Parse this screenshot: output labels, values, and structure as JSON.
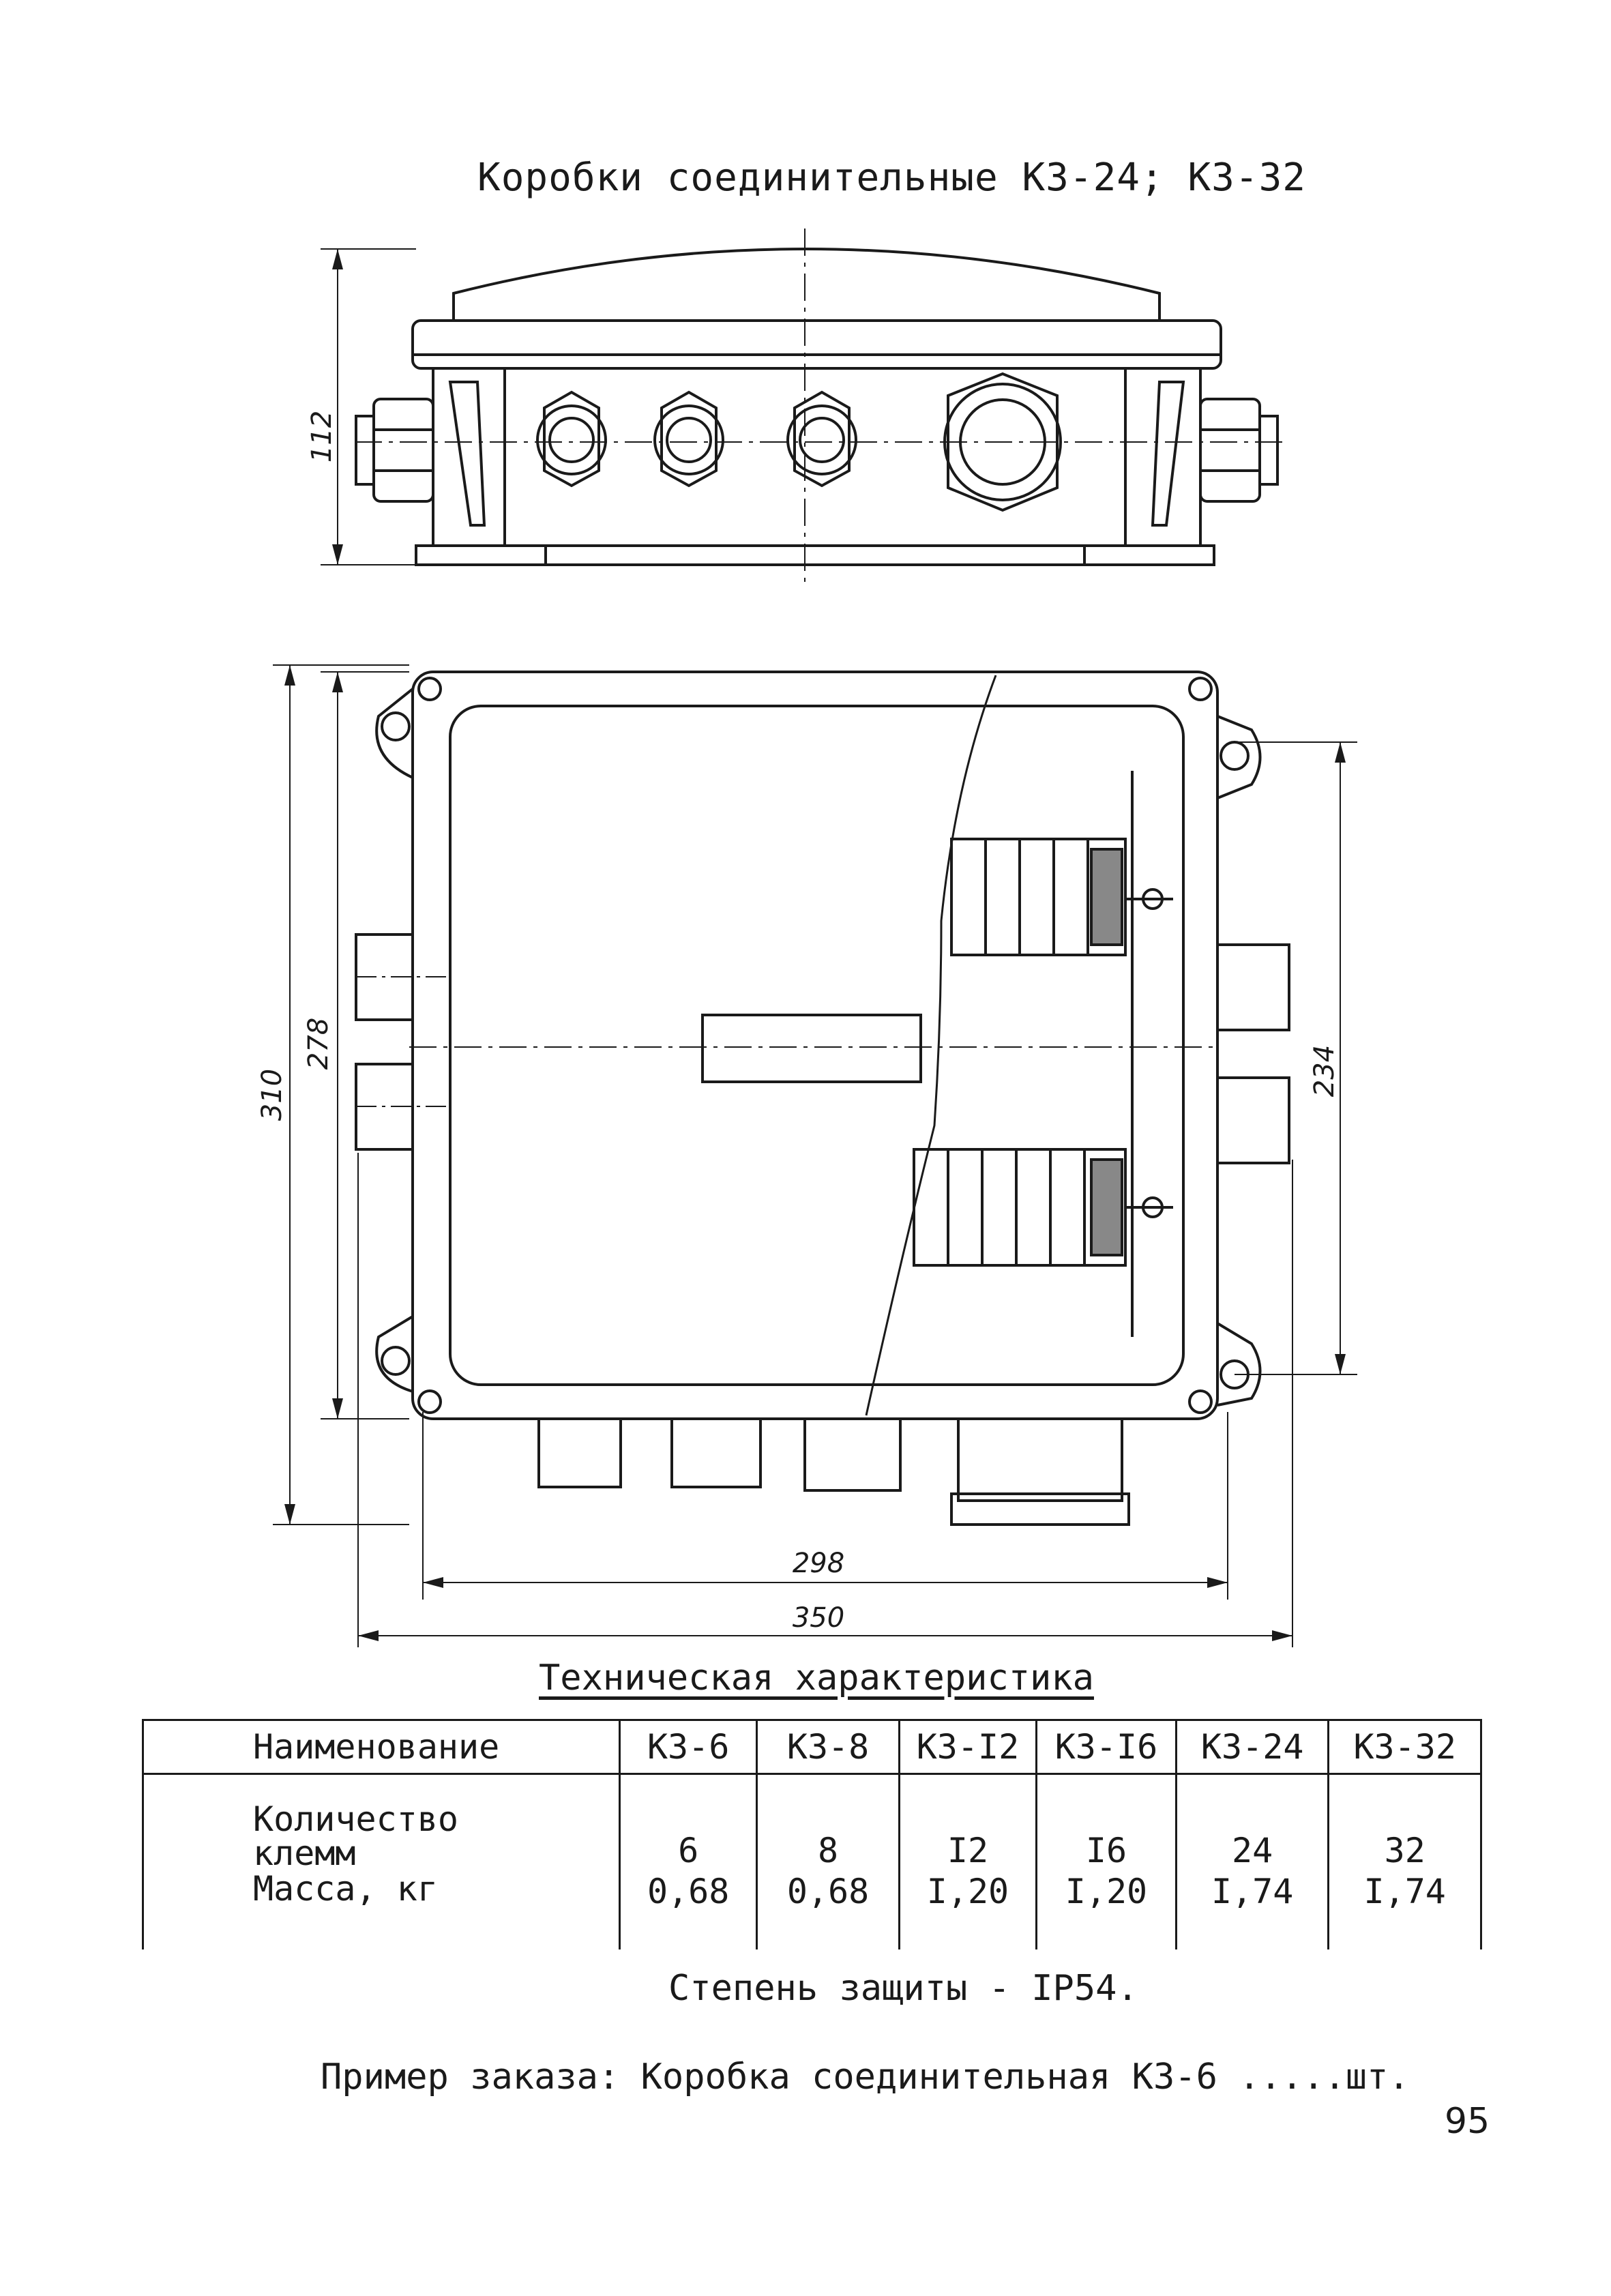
{
  "title": "Коробки соединительные КЗ-24; КЗ-32",
  "dimensions": {
    "side_height": "112",
    "outer_height": "310",
    "inner_height": "278",
    "mount_spacing": "234",
    "inner_width": "298",
    "outer_width": "350"
  },
  "spec_title": "Техническая характеристика",
  "table": {
    "header_name": "Наименование",
    "models": [
      "КЗ-6",
      "КЗ-8",
      "КЗ-I2",
      "КЗ-I6",
      "КЗ-24",
      "КЗ-32"
    ],
    "row_terminals_label_1": "Количество",
    "row_terminals_label_2": "клемм",
    "terminals": [
      "6",
      "8",
      "I2",
      "I6",
      "24",
      "32"
    ],
    "row_mass_label": "Масса, кг",
    "mass": [
      "0,68",
      "0,68",
      "I,20",
      "I,20",
      "I,74",
      "I,74"
    ]
  },
  "protection": "Степень защиты - IP54.",
  "order_example": "Пример заказа: Коробка соединительная КЗ-6 .....шт.",
  "page_number": "95"
}
